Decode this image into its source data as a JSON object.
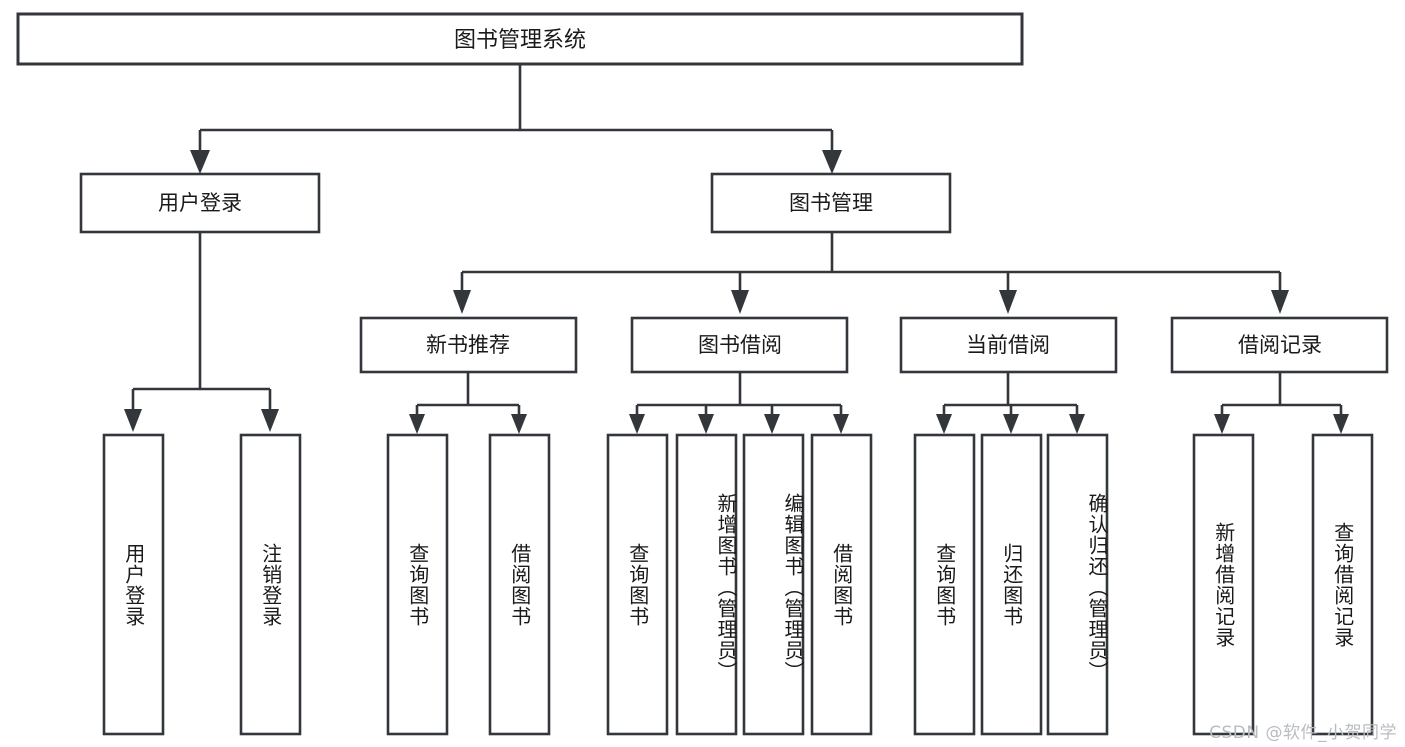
{
  "diagram": {
    "title": "图书管理系统",
    "type": "tree-hierarchy-diagram",
    "colors": {
      "stroke": "#33373b",
      "fill": "#ffffff",
      "text": "#1a1a1a",
      "watermark": "#b9bcc0",
      "background": "#ffffff"
    },
    "root": {
      "label": "图书管理系统"
    },
    "level1": [
      {
        "label": "用户登录"
      },
      {
        "label": "图书管理"
      }
    ],
    "level2": [
      {
        "label": "新书推荐"
      },
      {
        "label": "图书借阅"
      },
      {
        "label": "当前借阅"
      },
      {
        "label": "借阅记录"
      }
    ],
    "leaves": {
      "user_login": [
        {
          "label": "用户登录"
        },
        {
          "label": "注销登录"
        }
      ],
      "new_book_recommend": [
        {
          "label": "查询图书"
        },
        {
          "label": "借阅图书"
        }
      ],
      "book_borrow": [
        {
          "label": "查询图书"
        },
        {
          "label": "新增图书（管理员）"
        },
        {
          "label": "编辑图书（管理员）"
        },
        {
          "label": "借阅图书"
        }
      ],
      "current_borrow": [
        {
          "label": "查询图书"
        },
        {
          "label": "归还图书"
        },
        {
          "label": "确认归还（管理员）"
        }
      ],
      "borrow_record": [
        {
          "label": "新增借阅记录"
        },
        {
          "label": "查询借阅记录"
        }
      ]
    }
  },
  "watermark": {
    "text": "CSDN @软件_小贺同学"
  }
}
